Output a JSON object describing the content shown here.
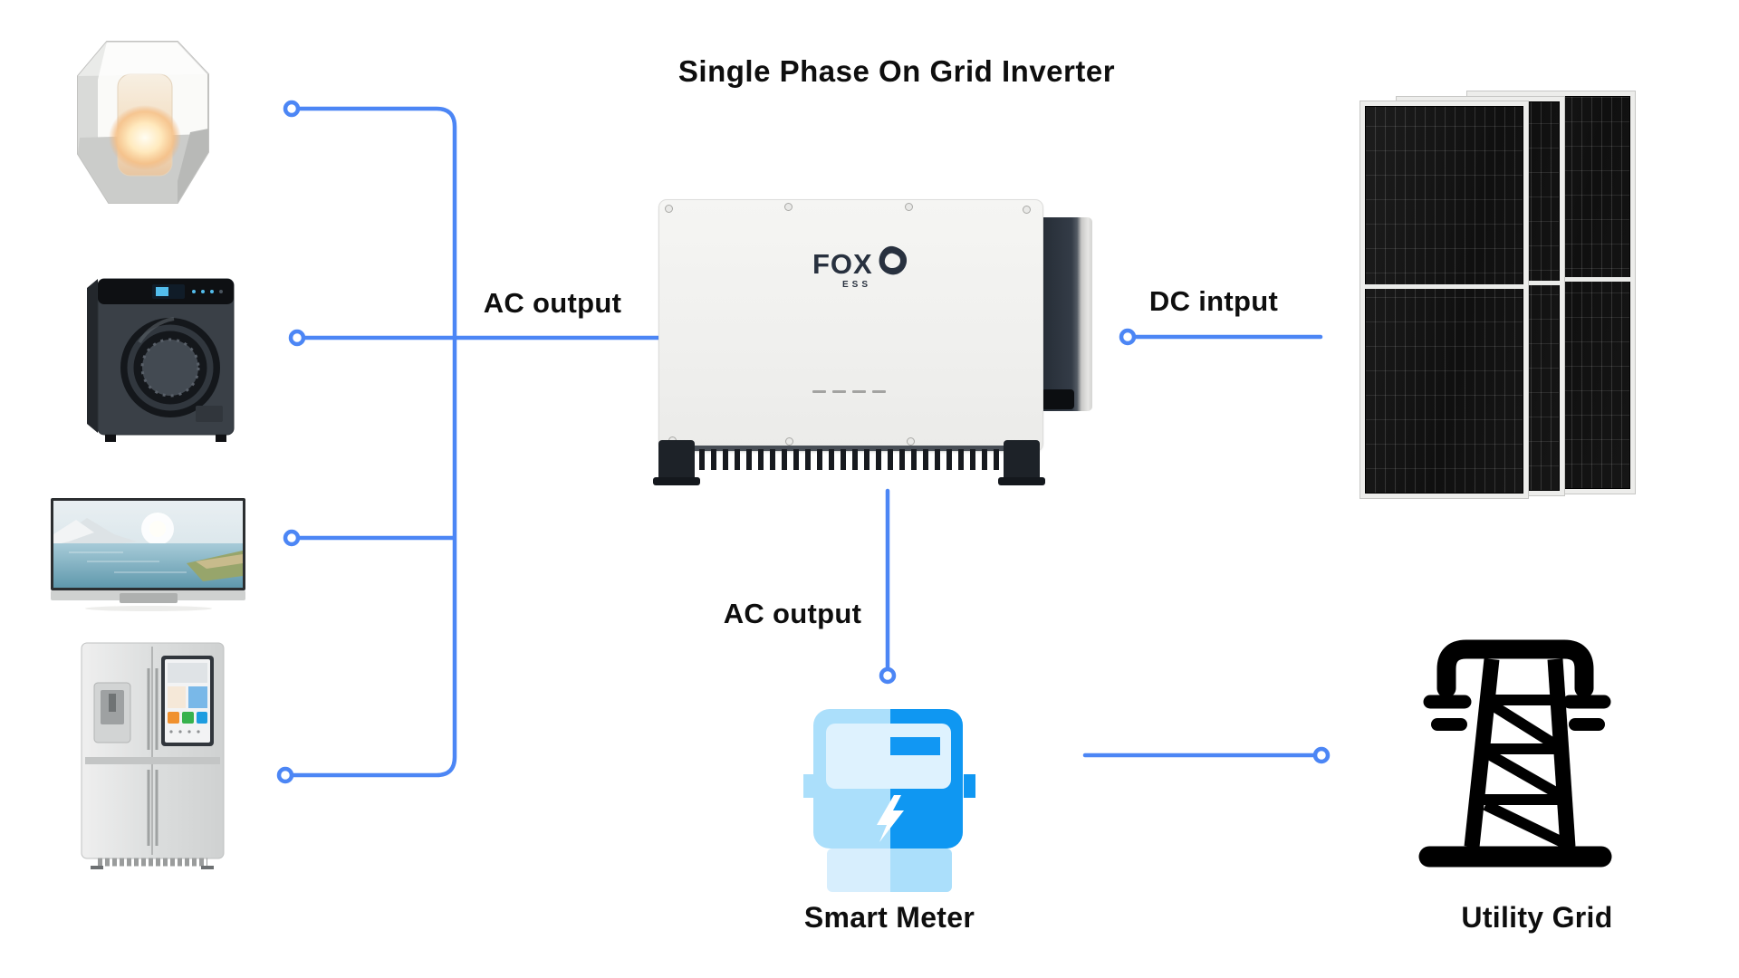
{
  "title": "Single Phase On Grid Inverter",
  "labels": {
    "ac_output_left": "AC output",
    "ac_output_bottom": "AC output",
    "dc_input": "DC intput",
    "smart_meter": "Smart Meter",
    "utility_grid": "Utility Grid"
  },
  "inverter": {
    "brand": "FOX",
    "brand_sub": "ESS",
    "led_count": 4
  },
  "appliances": [
    {
      "name": "table-lamp"
    },
    {
      "name": "washing-machine"
    },
    {
      "name": "television"
    },
    {
      "name": "refrigerator"
    }
  ],
  "icons": {
    "smart_meter": "smart-meter-icon",
    "utility_grid": "utility-grid-tower-icon",
    "solar_panels": "solar-panel-array",
    "node": "connection-node-circle"
  },
  "colors": {
    "line-blue": "#4c86f5",
    "label-black": "#0e0e0e",
    "meter-light": "#abdffb",
    "meter-dark": "#0f97f2",
    "meter-display": "#def2fe",
    "meter-base-light": "#d7eefd",
    "meter-bar": "#1197f3",
    "inverter-body": "#f2f2f0",
    "inverter-side": "#2b333d",
    "logo-navy": "#28313f",
    "grid-black": "#000000"
  }
}
